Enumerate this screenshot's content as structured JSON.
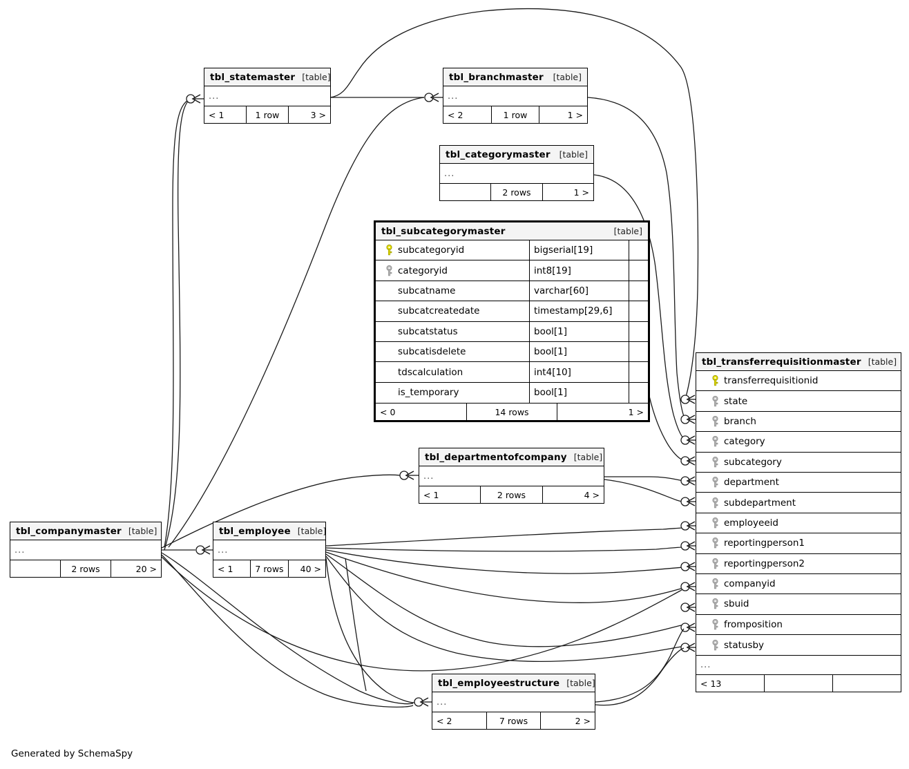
{
  "diagram": {
    "type": "database-schema-erd",
    "generator_note": "Generated by SchemaSpy",
    "table_tag": "[table]",
    "ellipsis": "..."
  },
  "tables": {
    "statemaster": {
      "name": "tbl_statemaster",
      "tag": "[table]",
      "footer": {
        "left": "< 1",
        "center": "1 row",
        "right": "3 >"
      }
    },
    "branchmaster": {
      "name": "tbl_branchmaster",
      "tag": "[table]",
      "footer": {
        "left": "< 2",
        "center": "1 row",
        "right": "1 >"
      }
    },
    "categorymaster": {
      "name": "tbl_categorymaster",
      "tag": "[table]",
      "footer": {
        "left": "",
        "center": "2 rows",
        "right": "1 >"
      }
    },
    "subcategorymaster": {
      "name": "tbl_subcategorymaster",
      "tag": "[table]",
      "columns": [
        {
          "key": "primary",
          "name": "subcategoryid",
          "type": "bigserial[19]"
        },
        {
          "key": "foreign",
          "name": "categoryid",
          "type": "int8[19]"
        },
        {
          "key": "none",
          "name": "subcatname",
          "type": "varchar[60]"
        },
        {
          "key": "none",
          "name": "subcatcreatedate",
          "type": "timestamp[29,6]"
        },
        {
          "key": "none",
          "name": "subcatstatus",
          "type": "bool[1]"
        },
        {
          "key": "none",
          "name": "subcatisdelete",
          "type": "bool[1]"
        },
        {
          "key": "none",
          "name": "tdscalculation",
          "type": "int4[10]"
        },
        {
          "key": "none",
          "name": "is_temporary",
          "type": "bool[1]"
        }
      ],
      "footer": {
        "left": "< 0",
        "center": "14 rows",
        "right": "1 >"
      }
    },
    "transferrequisitionmaster": {
      "name": "tbl_transferrequisitionmaster",
      "tag": "[table]",
      "columns": [
        {
          "key": "primary",
          "name": "transferrequisitionid"
        },
        {
          "key": "foreign",
          "name": "state"
        },
        {
          "key": "foreign",
          "name": "branch"
        },
        {
          "key": "foreign",
          "name": "category"
        },
        {
          "key": "foreign",
          "name": "subcategory"
        },
        {
          "key": "foreign",
          "name": "department"
        },
        {
          "key": "foreign",
          "name": "subdepartment"
        },
        {
          "key": "foreign",
          "name": "employeeid"
        },
        {
          "key": "foreign",
          "name": "reportingperson1"
        },
        {
          "key": "foreign",
          "name": "reportingperson2"
        },
        {
          "key": "foreign",
          "name": "companyid"
        },
        {
          "key": "foreign",
          "name": "sbuid"
        },
        {
          "key": "foreign",
          "name": "fromposition"
        },
        {
          "key": "foreign",
          "name": "statusby"
        }
      ],
      "ellipsis": "...",
      "footer": {
        "left": "< 13",
        "center": "",
        "right": ""
      }
    },
    "departmentofcompany": {
      "name": "tbl_departmentofcompany",
      "tag": "[table]",
      "footer": {
        "left": "< 1",
        "center": "2 rows",
        "right": "4 >"
      }
    },
    "companymaster": {
      "name": "tbl_companymaster",
      "tag": "[table]",
      "footer": {
        "left": "",
        "center": "2 rows",
        "right": "20 >"
      }
    },
    "employee": {
      "name": "tbl_employee",
      "tag": "[table]",
      "footer": {
        "left": "< 1",
        "center": "7 rows",
        "right": "40 >"
      }
    },
    "employeestructure": {
      "name": "tbl_employeestructure",
      "tag": "[table]",
      "footer": {
        "left": "< 2",
        "center": "7 rows",
        "right": "2 >"
      }
    }
  },
  "colors": {
    "primary_key": "#e8e000",
    "foreign_key": "#b8b8b8",
    "header_bg": "#f4f4f4",
    "border": "#000000",
    "edge": "#1a1a1a",
    "background": "#ffffff"
  }
}
